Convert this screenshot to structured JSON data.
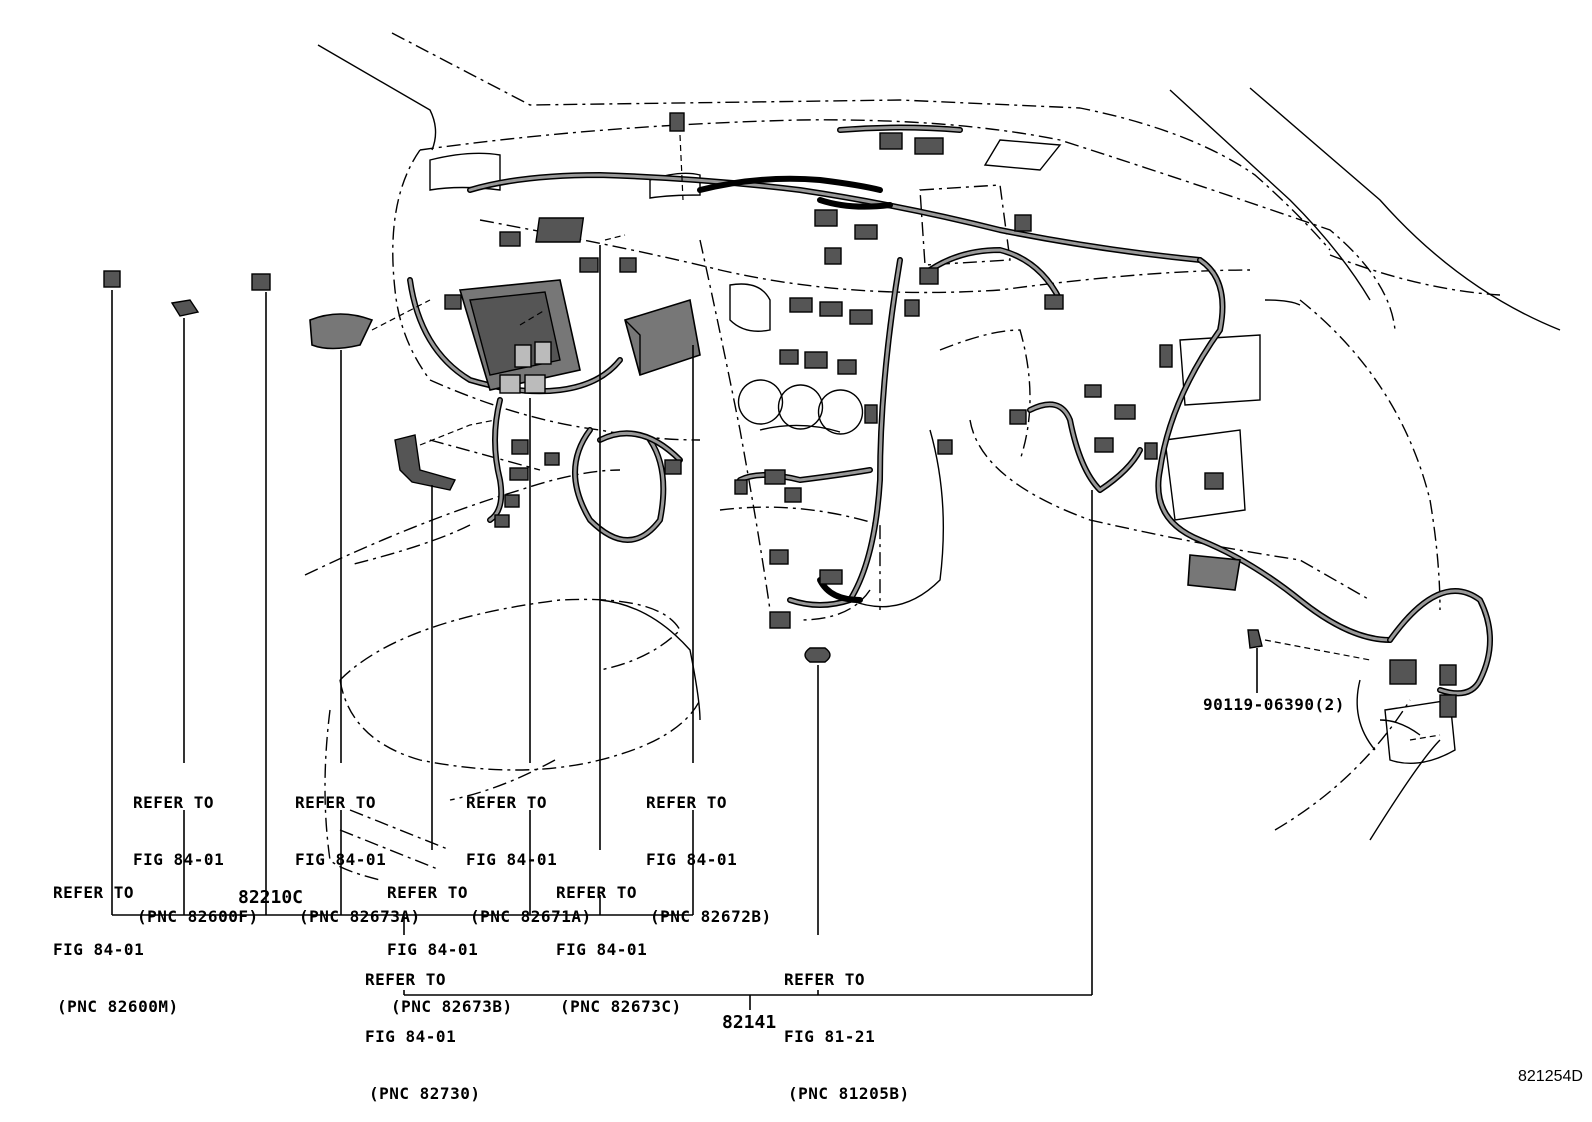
{
  "labels": [
    {
      "id": "pnc-82600f",
      "lines": [
        "REFER TO",
        "FIG 84-01",
        "(PNC 82600F)"
      ]
    },
    {
      "id": "pnc-82673a",
      "lines": [
        "REFER TO",
        "FIG 84-01",
        "(PNC 82673A)"
      ]
    },
    {
      "id": "pnc-82671a",
      "lines": [
        "REFER TO",
        "FIG 84-01",
        "(PNC 82671A)"
      ]
    },
    {
      "id": "pnc-82672b",
      "lines": [
        "REFER TO",
        "FIG 84-01",
        "(PNC 82672B)"
      ]
    },
    {
      "id": "pnc-82600m",
      "lines": [
        "REFER TO",
        "FIG 84-01",
        "(PNC 82600M)"
      ]
    },
    {
      "id": "pnc-82673b",
      "lines": [
        "REFER TO",
        "FIG 84-01",
        "(PNC 82673B)"
      ]
    },
    {
      "id": "pnc-82673c",
      "lines": [
        "REFER TO",
        "FIG 84-01",
        "(PNC 82673C)"
      ]
    },
    {
      "id": "pnc-82730",
      "lines": [
        "REFER TO",
        "FIG 84-01",
        "(PNC 82730)"
      ]
    },
    {
      "id": "pnc-81205b",
      "lines": [
        "REFER TO",
        "FIG 81-21",
        "(PNC 81205B)"
      ]
    }
  ],
  "part_numbers": {
    "p82210c": "82210C",
    "p82141": "82141",
    "bolt": "90119-06390(2)"
  },
  "figure_id": "821254D"
}
